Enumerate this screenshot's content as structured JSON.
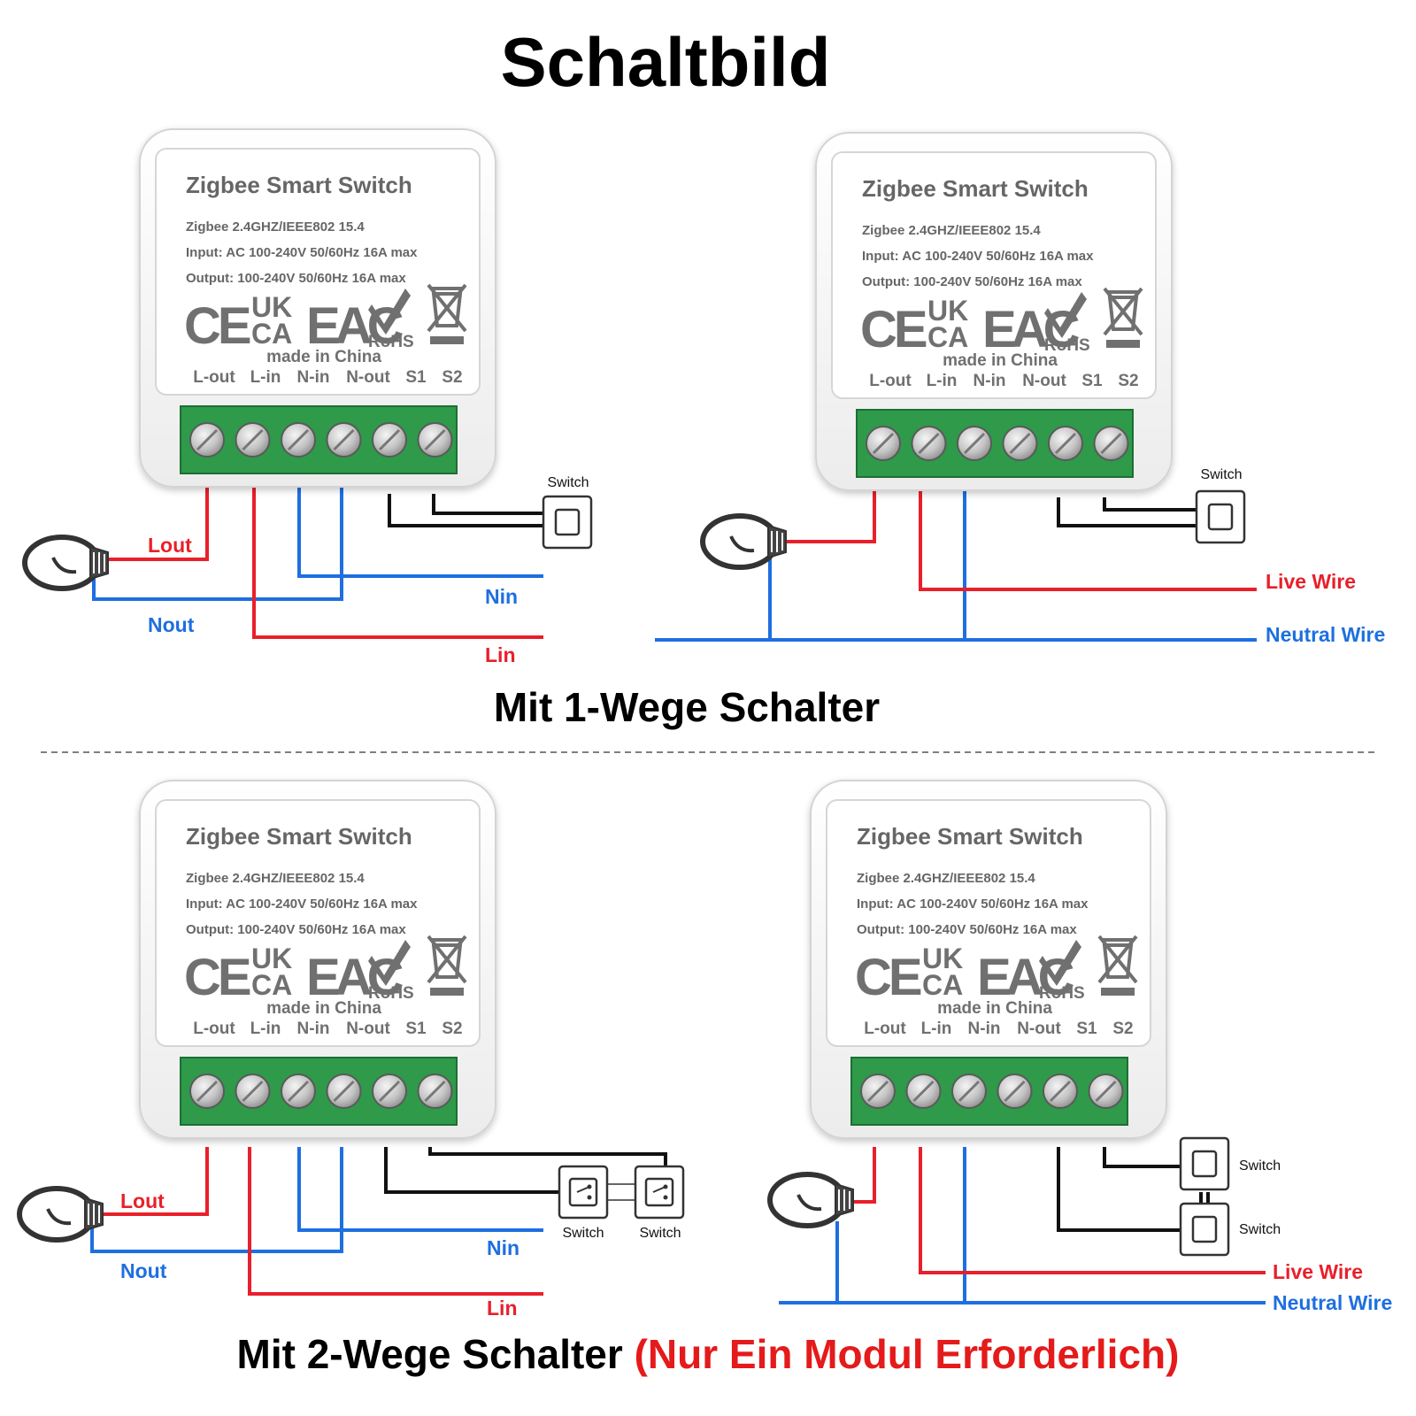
{
  "title": "Schaltbild",
  "section1_caption": "Mit 1-Wege Schalter",
  "section2_caption": "Mit 2-Wege Schalter",
  "section2_caption_note": "(Nur Ein Modul Erforderlich)",
  "module": {
    "name": "Zigbee Smart Switch",
    "spec_lines": [
      "Zigbee 2.4GHZ/IEEE802 15.4",
      "Input: AC 100-240V 50/60Hz 16A max",
      "Output: 100-240V 50/60Hz 16A max"
    ],
    "mark_ce": "CE",
    "mark_uk": "UK",
    "mark_ca": "CA",
    "mark_eac": "EAC",
    "mark_rohs": "RoHS",
    "made_in": "made in China",
    "terminals": [
      "L-out",
      "L-in",
      "N-in",
      "N-out",
      "S1",
      "S2"
    ]
  },
  "labels": {
    "lout": "Lout",
    "nout": "Nout",
    "nin": "Nin",
    "lin": "Lin",
    "live_wire": "Live Wire",
    "neutral_wire": "Neutral Wire",
    "switch": "Switch"
  },
  "colors": {
    "live": "#e8202a",
    "neutral": "#1e6fe0",
    "switch_wire": "#111111",
    "terminal_block": "#2e9a4a",
    "note_red": "#e51a1a"
  },
  "icons": [
    "bulb-icon",
    "switch-icon",
    "ce-mark-icon",
    "ukca-mark-icon",
    "eac-mark-icon",
    "rohs-check-icon",
    "weee-bin-icon",
    "terminal-screw-icon"
  ]
}
